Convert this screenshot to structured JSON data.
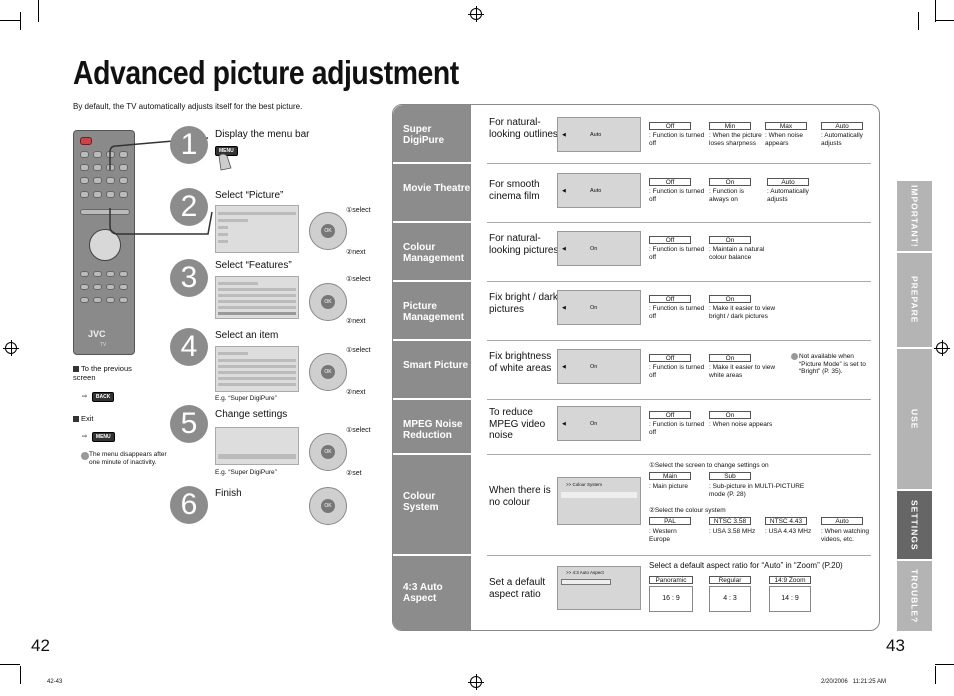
{
  "page": {
    "title": "Advanced picture adjustment",
    "intro": "By default, the TV automatically adjusts itself for the best picture.",
    "page_left": "42",
    "page_right": "43",
    "footer_left": "42-43",
    "footer_right": "2/20/2006   11:21:25 AM"
  },
  "remote": {
    "brand": "JVC",
    "label": "TV"
  },
  "side_notes": {
    "prev_label": "To the previous screen",
    "back_btn": "BACK",
    "exit_label": "Exit",
    "menu_btn": "MENU",
    "disappear": "The menu disappears after one minute of inactivity."
  },
  "steps": [
    {
      "num": "1",
      "label": "Display the menu bar",
      "btn": "MENU"
    },
    {
      "num": "2",
      "label": "Select “Picture”",
      "c1": "①select",
      "c2": "②next",
      "ok": "OK"
    },
    {
      "num": "3",
      "label": "Select “Features”",
      "c1": "①select",
      "c2": "②next",
      "ok": "OK"
    },
    {
      "num": "4",
      "label": "Select an item",
      "c1": "①select",
      "c2": "②next",
      "eg": "E.g. “Super DigiPure”",
      "ok": "OK"
    },
    {
      "num": "5",
      "label": "Change settings",
      "c1": "①select",
      "c2": "②set",
      "eg": "E.g. “Super DigiPure”",
      "ok": "OK"
    },
    {
      "num": "6",
      "label": "Finish",
      "ok": "OK"
    }
  ],
  "rows": [
    {
      "cat": "Super DigiPure",
      "desc": "For natural-looking outlines",
      "screen": "Auto",
      "opts": [
        {
          "v": "Off",
          "d": ": Function is turned off"
        },
        {
          "v": "Min",
          "d": ": When the picture loses sharpness"
        },
        {
          "v": "Max",
          "d": ": When noise appears"
        },
        {
          "v": "Auto",
          "d": ": Automatically adjusts"
        }
      ]
    },
    {
      "cat": "Movie Theatre",
      "desc": "For smooth cinema film",
      "screen": "Auto",
      "opts": [
        {
          "v": "Off",
          "d": ": Function is turned off"
        },
        {
          "v": "On",
          "d": ": Function is always on"
        },
        {
          "v": "Auto",
          "d": ": Automatically adjusts"
        }
      ]
    },
    {
      "cat": "Colour Management",
      "desc": "For natural-looking pictures",
      "screen": "On",
      "opts": [
        {
          "v": "Off",
          "d": ": Function is turned off"
        },
        {
          "v": "On",
          "d": ": Maintain a natural colour balance"
        }
      ]
    },
    {
      "cat": "Picture Management",
      "desc": "Fix bright / dark pictures",
      "screen": "On",
      "opts": [
        {
          "v": "Off",
          "d": ": Function is turned off"
        },
        {
          "v": "On",
          "d": ": Make it easier to view bright / dark pictures"
        }
      ]
    },
    {
      "cat": "Smart Picture",
      "desc": "Fix brightness of white areas",
      "screen": "On",
      "opts": [
        {
          "v": "Off",
          "d": ": Function is turned off"
        },
        {
          "v": "On",
          "d": ": Make it easier to view white areas"
        }
      ],
      "note": "Not available when “Picture Mode” is set to “Bright” (P. 35)."
    },
    {
      "cat": "MPEG Noise Reduction",
      "desc": "To reduce MPEG video noise",
      "screen": "On",
      "opts": [
        {
          "v": "Off",
          "d": ": Function is turned off"
        },
        {
          "v": "On",
          "d": ": When noise appears"
        }
      ]
    },
    {
      "cat": "Colour System",
      "desc": "When there is no colour",
      "screen_title": ">> Colour System",
      "sub1": "①Select the screen to change settings on",
      "opts1": [
        {
          "v": "Main",
          "d": ": Main picture"
        },
        {
          "v": "Sub",
          "d": ": Sub-picture in MULTI-PICTURE mode (P. 28)"
        }
      ],
      "sub2": "②Select the colour system",
      "opts2": [
        {
          "v": "PAL",
          "d": ": Western Europe"
        },
        {
          "v": "NTSC 3.58",
          "d": ": USA 3.58 MHz"
        },
        {
          "v": "NTSC 4.43",
          "d": ": USA 4.43 MHz"
        },
        {
          "v": "Auto",
          "d": ": When watching videos, etc."
        }
      ]
    },
    {
      "cat": "4:3 Auto Aspect",
      "desc": "Set a default aspect ratio",
      "screen_title": ">> 4:3 Auto Aspect",
      "sub": "Select a default aspect ratio for “Auto” in “Zoom” (P.20)",
      "opts": [
        {
          "v": "Panoramic",
          "d": "16 : 9"
        },
        {
          "v": "Regular",
          "d": "4 : 3"
        },
        {
          "v": "14:9 Zoom",
          "d": "14 : 9"
        }
      ]
    }
  ],
  "tabs": [
    "IMPORTANT!",
    "PREPARE",
    "USE",
    "SETTINGS",
    "TROUBLE?"
  ]
}
